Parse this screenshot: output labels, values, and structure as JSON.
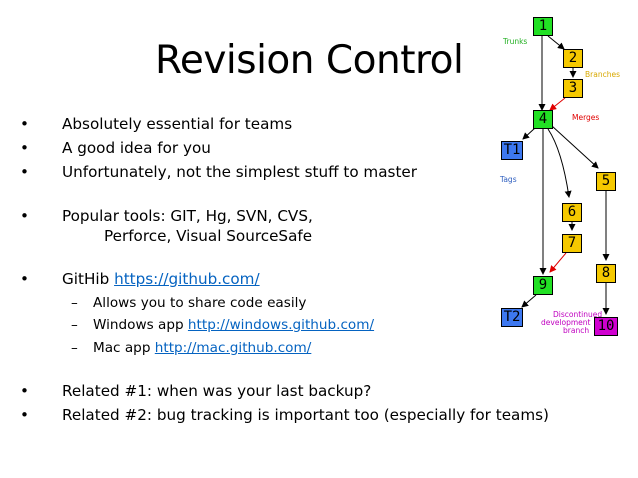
{
  "title": "Revision Control",
  "bullets": {
    "b1": "Absolutely essential for teams",
    "b2": "A good idea for you",
    "b3": "Unfortunately, not the simplest stuff to master",
    "b4_line1": "Popular tools: GIT, Hg, SVN, CVS,",
    "b4_line2": "Perforce, Visual SourceSafe",
    "b5_prefix": "GitHib",
    "b5_link": "https://github.com/",
    "sub1": "Allows you to share code easily",
    "sub2_prefix": "Windows app",
    "sub2_link": "http://windows.github.com/",
    "sub3_prefix": "Mac app",
    "sub3_link": "http://mac.github.com/",
    "b6": "Related #1: when was your last backup?",
    "b7": "Related #2: bug tracking is important too (especially for teams)"
  },
  "symbols": {
    "bullet": "•",
    "dash": "–"
  },
  "diagram": {
    "nodes": {
      "n1": "1",
      "n2": "2",
      "n3": "3",
      "n4": "4",
      "n5": "5",
      "n6": "6",
      "n7": "7",
      "n8": "8",
      "n9": "9",
      "n10": "10",
      "t1": "T1",
      "t2": "T2"
    },
    "labels": {
      "trunks": "Trunks",
      "branches": "Branches",
      "merges": "Merges",
      "tags": "Tags",
      "discontinued_1": "Discontinued",
      "discontinued_2": "development",
      "discontinued_3": "branch"
    },
    "colors": {
      "trunk": "#22e024",
      "branch": "#f5c900",
      "tag": "#3d78f0",
      "discontinued": "#d000d0",
      "trunks_label": "#22b022",
      "branches_label": "#d8a800",
      "merges_label": "#e00000",
      "tags_label": "#3060c0",
      "discontinued_label": "#c000c0",
      "merge_arrow": "#e00000",
      "edge": "#000000"
    }
  }
}
